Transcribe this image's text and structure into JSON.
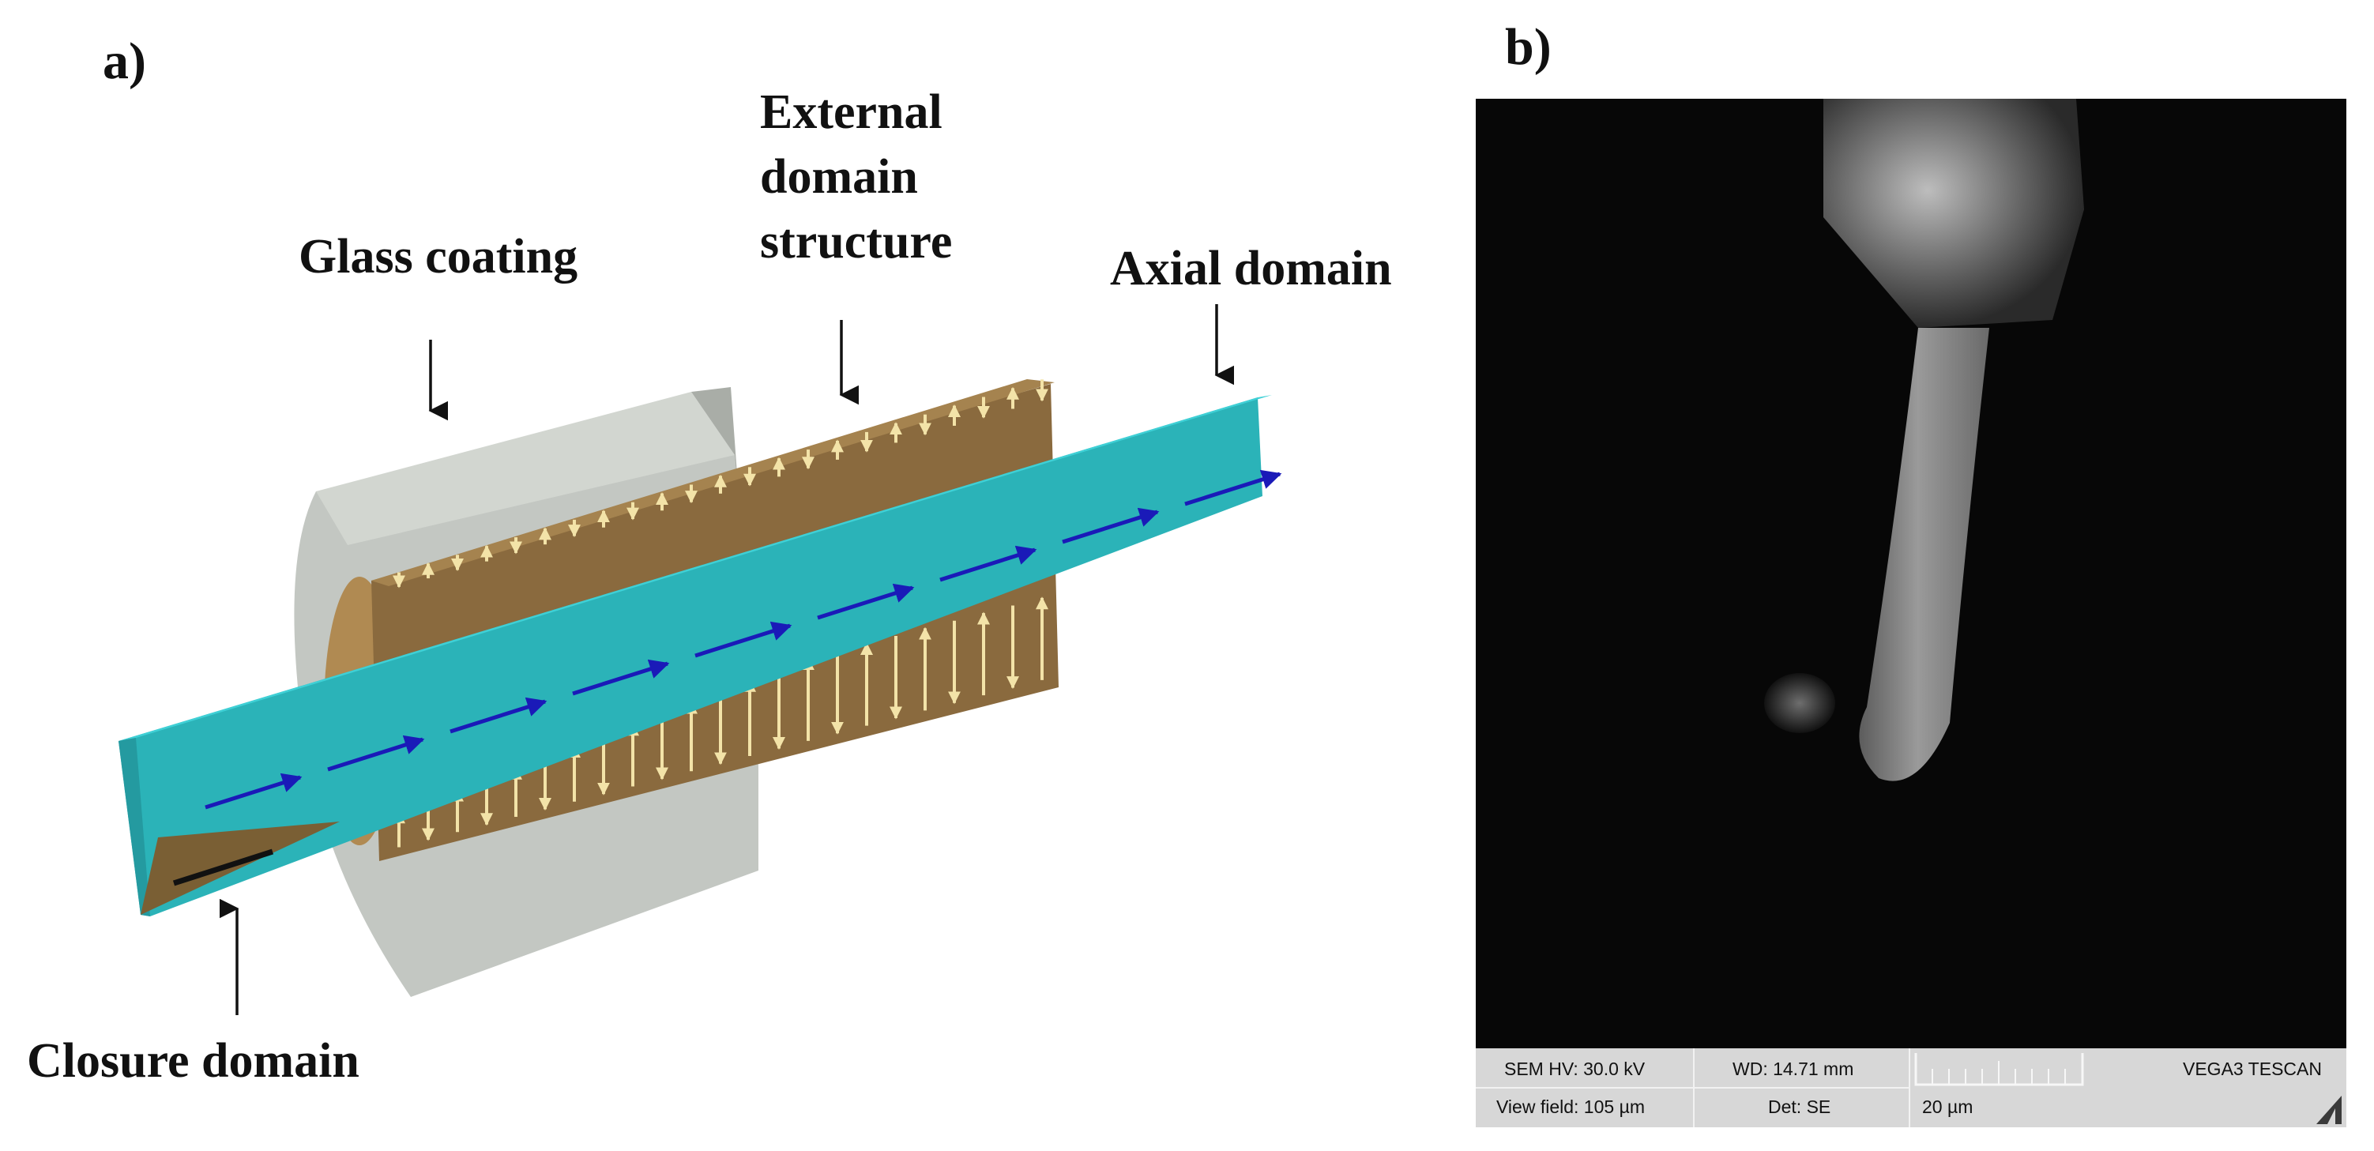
{
  "panels": {
    "a": {
      "letter": "a)"
    },
    "b": {
      "letter": "b)"
    }
  },
  "callouts": {
    "glass_coating": "Glass coating",
    "external_domain_line1": "External",
    "external_domain_line2": "domain",
    "external_domain_line3": "structure",
    "axial_domain": "Axial domain",
    "closure_domain": "Closure domain"
  },
  "sem": {
    "hv": "SEM HV: 30.0 kV",
    "wd": "WD: 14.71 mm",
    "brand": "VEGA3 TESCAN",
    "view_field": "View field: 105 µm",
    "det": "Det: SE",
    "scale_label": "20 µm"
  },
  "colors": {
    "glass": "#c2c6c1",
    "shell": "#8a6a3e",
    "core": "#2bb3b8",
    "axial_arrow": "#1a1ab8",
    "radial_arrow": "#f3e3a8",
    "sem_background": "#050505",
    "info_bar": "#d7d7d7"
  }
}
